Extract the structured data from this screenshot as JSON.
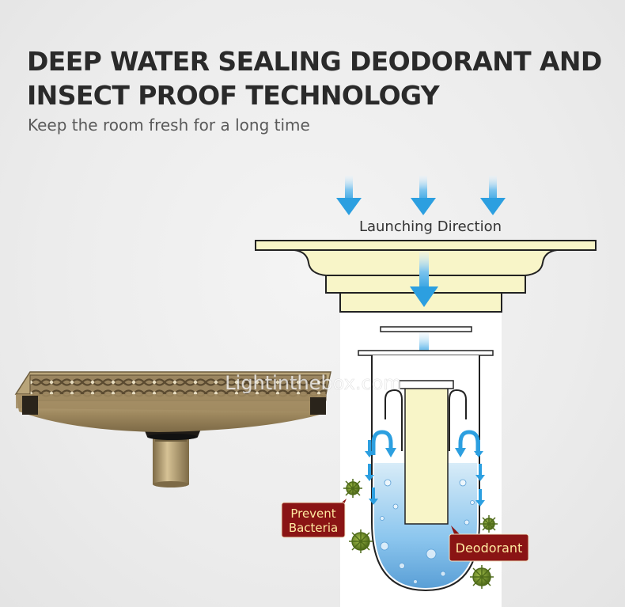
{
  "header": {
    "title": "DEEP WATER SEALING DEODORANT AND INSECT PROOF TECHNOLOGY",
    "subtitle": "Keep the room fresh for a long time"
  },
  "diagram": {
    "launch_label": "Launching Direction",
    "bacteria_label_line1": "Prevent",
    "bacteria_label_line2": "Bacteria",
    "deodorant_label": "Deodorant"
  },
  "watermark": {
    "text": "Lightinthebox.com"
  },
  "colors": {
    "drain_body": "#f8f5c8",
    "arrow_blue": "#2c9fe0",
    "water_blue": "#8cc6ee",
    "label_red": "#8a1414",
    "bacteria_green": "#6b8a2a",
    "bronze": "#a08a60"
  }
}
